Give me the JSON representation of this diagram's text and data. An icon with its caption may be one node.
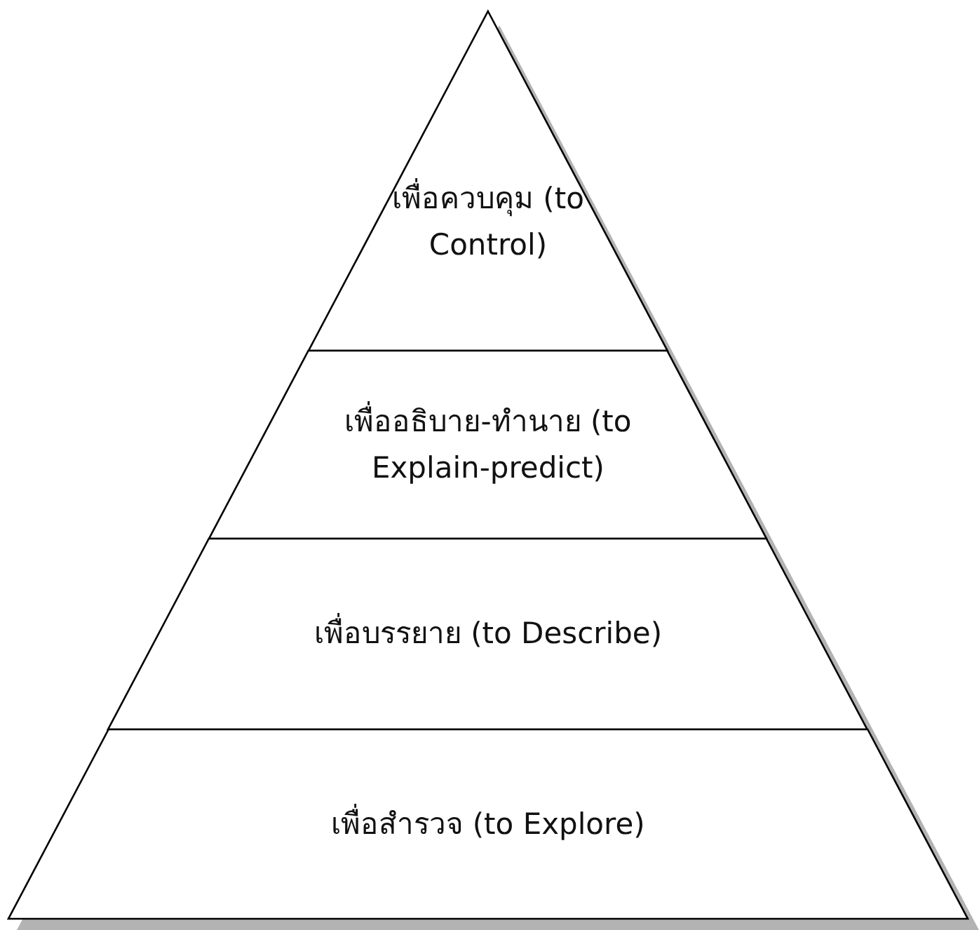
{
  "diagram": {
    "nodes": [
      {
        "text": [
          "เพื่อควบคุม (to Control)"
        ]
      },
      {
        "text": [
          "เพื่ออธิบาย-ทำนาย (to Explain-predict)"
        ]
      },
      {
        "text": [
          "เพื่อบรรยาย (to Describe)"
        ]
      },
      {
        "text": [
          "เพื่อสำรวจ (to Explore)"
        ]
      }
    ]
  }
}
